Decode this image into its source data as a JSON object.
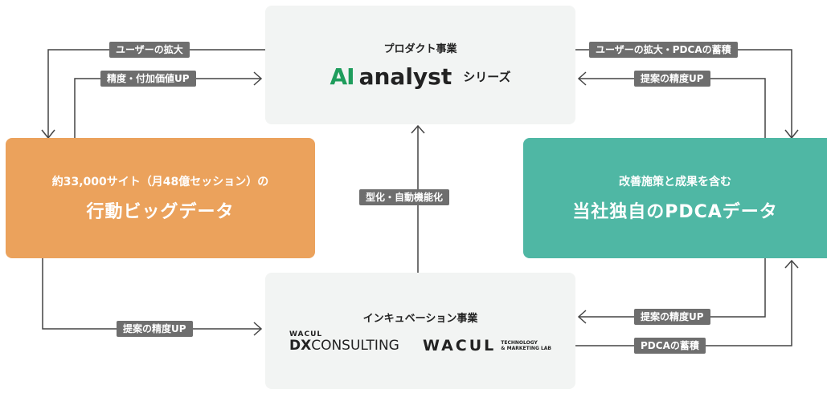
{
  "top_box": {
    "category": "プロダクト事業",
    "logo_ai": "AI",
    "logo_word": "analyst",
    "series": "シリーズ"
  },
  "left_box": {
    "line1": "約33,000サイト（月48億セッション）の",
    "line2": "行動ビッグデータ"
  },
  "right_box": {
    "line1": "改善施策と成果を含む",
    "line2": "当社独自のPDCAデータ"
  },
  "bottom_box": {
    "category": "インキュベーション事業",
    "dx_top": "WACUL",
    "dx_mark": "DX",
    "dx_word": "CONSULTING",
    "lab_word": "WACUL",
    "lab_line1": "TECHNOLOGY",
    "lab_line2": "& MARKETING LAB"
  },
  "labels": {
    "top_left_1": "ユーザーの拡大",
    "top_left_2": "精度・付加価値UP",
    "top_right_1": "ユーザーの拡大・PDCAの蓄積",
    "top_right_2": "提案の精度UP",
    "center": "型化・自動機能化",
    "bottom_left": "提案の精度UP",
    "bottom_right_1": "提案の精度UP",
    "bottom_right_2": "PDCAの蓄積"
  },
  "colors": {
    "orange": "#eba25c",
    "teal": "#4fb7a4",
    "green_logo": "#1f9d5c",
    "label_bg": "#6e6e6e"
  }
}
